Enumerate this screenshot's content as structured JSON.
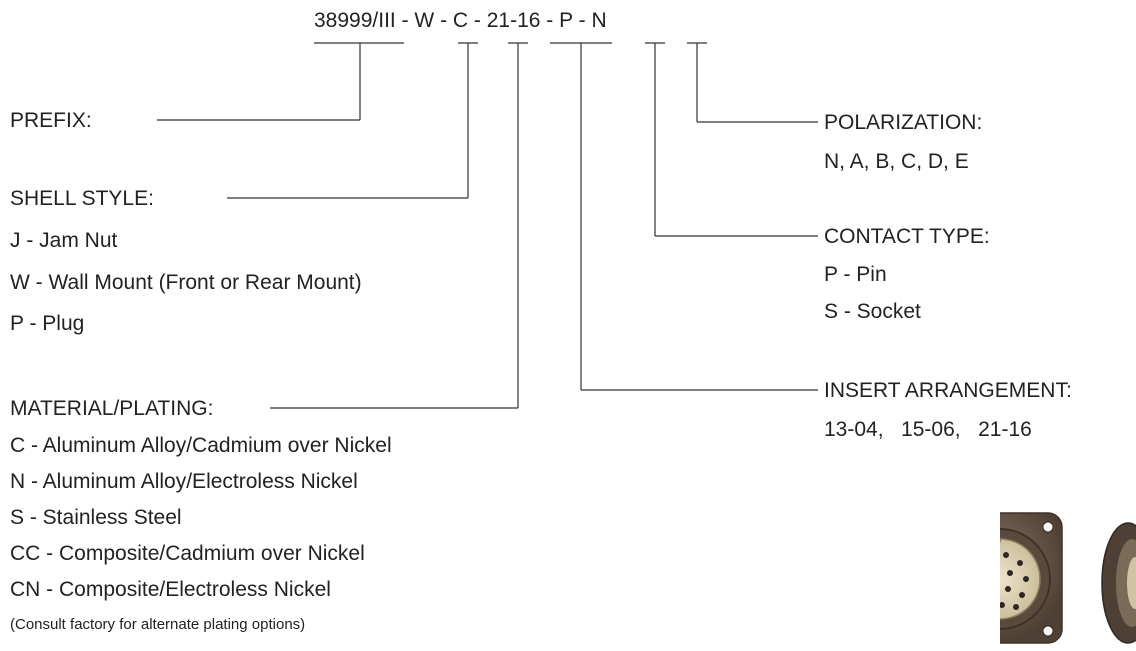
{
  "part_number": {
    "prefix": "38999/III",
    "sep1": " - ",
    "shell": "W",
    "sep2": " - ",
    "material": "C",
    "sep3": " - ",
    "insert": "21-16",
    "sep4": " - ",
    "contact": "P",
    "sep5": " - ",
    "polarization": "N"
  },
  "prefix": {
    "title": "PREFIX:"
  },
  "shell_style": {
    "title": "SHELL STYLE:",
    "options": [
      "J - Jam Nut",
      "W - Wall Mount (Front or Rear Mount)",
      "P - Plug"
    ]
  },
  "material_plating": {
    "title": "MATERIAL/PLATING:",
    "options": [
      "C - Aluminum Alloy/Cadmium over Nickel",
      "N - Aluminum Alloy/Electroless Nickel",
      "S - Stainless Steel",
      "CC - Composite/Cadmium over Nickel",
      "CN - Composite/Electroless Nickel"
    ],
    "note": "(Consult factory for alternate plating options)"
  },
  "polarization": {
    "title": "POLARIZATION:",
    "options": "N, A, B, C, D, E"
  },
  "contact_type": {
    "title": "CONTACT TYPE:",
    "options": [
      "P - Pin",
      "S - Socket"
    ]
  },
  "insert_arrangement": {
    "title": "INSERT ARRANGEMENT:",
    "options": "13-04,   15-06,   21-16"
  },
  "colors": {
    "connector_body": "#6b5a48",
    "connector_face": "#d9cdb0",
    "line": "#333333",
    "text": "#222222"
  },
  "icons": {
    "connector_images": [
      "wall-mount-connector-photo",
      "plug-connector-photo"
    ]
  }
}
